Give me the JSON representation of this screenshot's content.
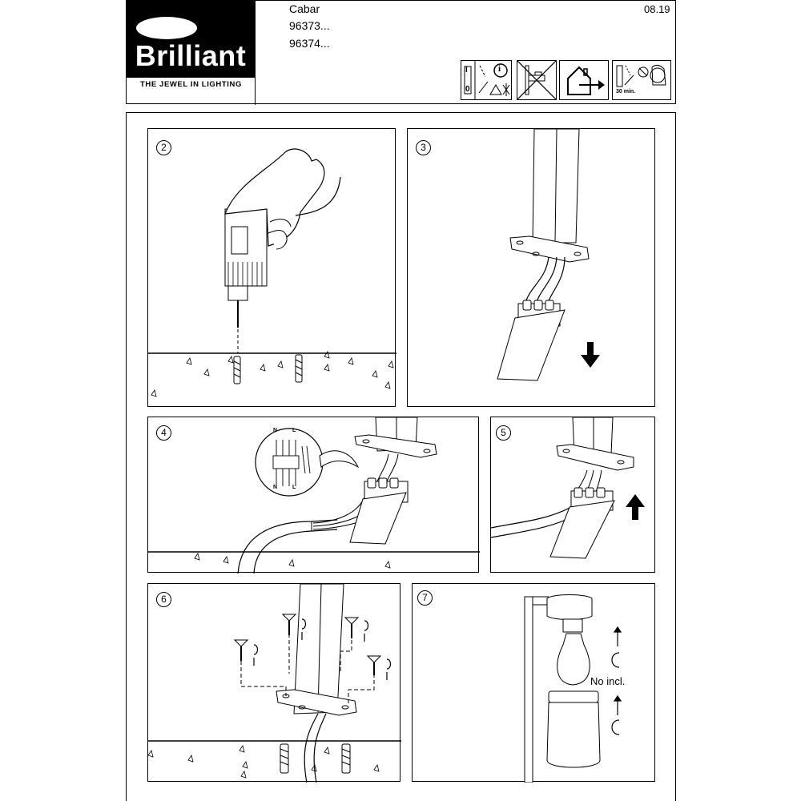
{
  "header": {
    "brand": "Brilliant",
    "tagline": "THE JEWEL IN LIGHTING",
    "product_name": "Cabar",
    "article_numbers": [
      "96373...",
      "96374..."
    ],
    "date": "08.19",
    "icons": [
      "power-off-warning-icon",
      "no-wall-mounting-icon",
      "indoor-outdoor-icon",
      "switch-off-30min-icon"
    ],
    "icon_text": {
      "switch_i": "I",
      "switch_o": "0",
      "info": "i",
      "cooldown": "30 min."
    }
  },
  "steps": [
    {
      "number": "2",
      "action": "drill-and-anchor"
    },
    {
      "number": "3",
      "action": "pull-terminal-plate-out"
    },
    {
      "number": "4",
      "action": "connect-wires",
      "wire_labels": [
        "N",
        "L",
        "N",
        "L"
      ]
    },
    {
      "number": "5",
      "action": "push-terminal-plate-in"
    },
    {
      "number": "6",
      "action": "screw-base-plate"
    },
    {
      "number": "7",
      "action": "insert-bulb-and-shade",
      "note": "No incl."
    }
  ]
}
